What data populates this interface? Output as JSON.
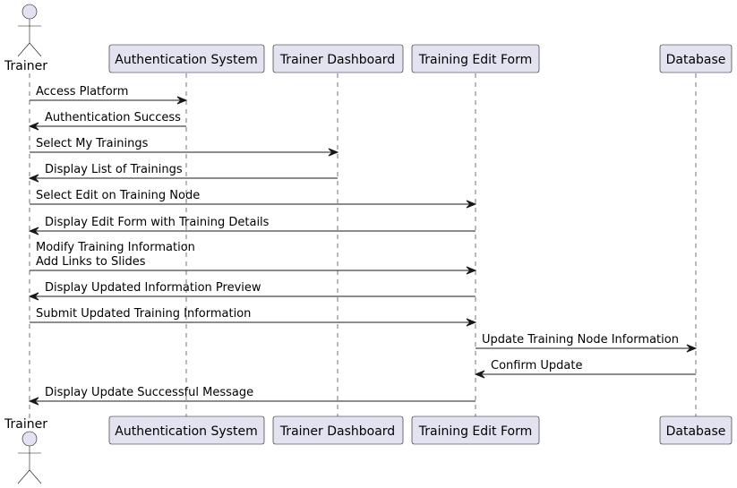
{
  "actor": {
    "name": "Trainer",
    "fill": "#e2e2f0"
  },
  "participants": [
    {
      "key": "auth",
      "label": "Authentication System"
    },
    {
      "key": "dashboard",
      "label": "Trainer Dashboard"
    },
    {
      "key": "editform",
      "label": "Training Edit Form"
    },
    {
      "key": "database",
      "label": "Database"
    }
  ],
  "messages": [
    {
      "from": "trainer",
      "to": "auth",
      "lines": [
        "Access Platform"
      ]
    },
    {
      "from": "auth",
      "to": "trainer",
      "lines": [
        "Authentication Success"
      ]
    },
    {
      "from": "trainer",
      "to": "dashboard",
      "lines": [
        "Select My Trainings"
      ]
    },
    {
      "from": "dashboard",
      "to": "trainer",
      "lines": [
        "Display List of Trainings"
      ]
    },
    {
      "from": "trainer",
      "to": "editform",
      "lines": [
        "Select Edit on Training Node"
      ]
    },
    {
      "from": "editform",
      "to": "trainer",
      "lines": [
        "Display Edit Form with Training Details"
      ]
    },
    {
      "from": "trainer",
      "to": "editform",
      "lines": [
        "Modify Training Information",
        "Add Links to Slides"
      ]
    },
    {
      "from": "editform",
      "to": "trainer",
      "lines": [
        "Display Updated Information Preview"
      ]
    },
    {
      "from": "trainer",
      "to": "editform",
      "lines": [
        "Submit Updated Training Information"
      ]
    },
    {
      "from": "editform",
      "to": "database",
      "lines": [
        "Update Training Node Information"
      ]
    },
    {
      "from": "database",
      "to": "editform",
      "lines": [
        "Confirm Update"
      ]
    },
    {
      "from": "editform",
      "to": "trainer",
      "lines": [
        "Display Update Successful Message"
      ]
    }
  ],
  "colors": {
    "participant_fill": "#e2e2f0",
    "stroke": "#181818"
  }
}
